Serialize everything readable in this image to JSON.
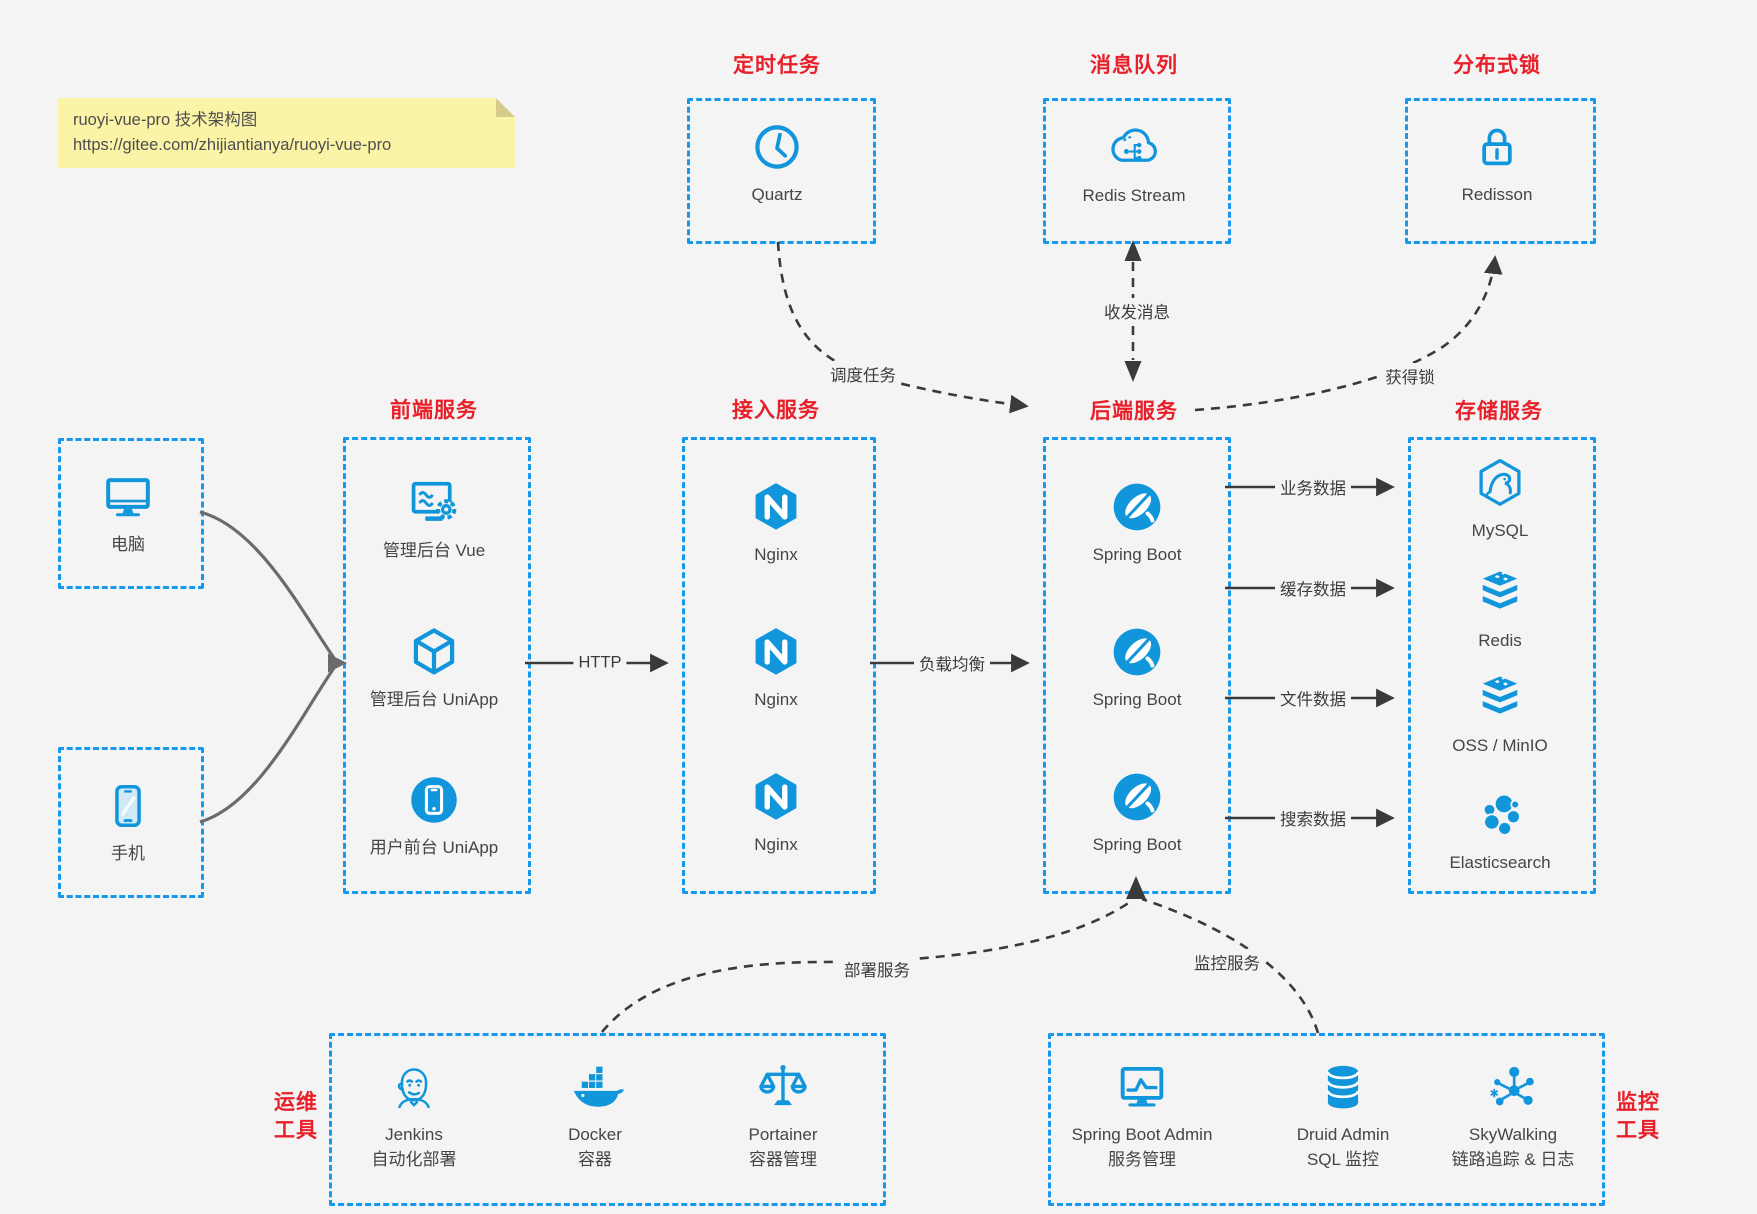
{
  "colors": {
    "blue_border": "#1698ec",
    "icon_blue": "#1296db",
    "red_label": "#e8202a",
    "arrow_dark": "#3a3a3a",
    "client_arrow_gray": "#6b6b6b",
    "background": "#f4f4f5",
    "note_background": "#fbf3a5"
  },
  "note": {
    "line1": "ruoyi-vue-pro 技术架构图",
    "line2": "https://gitee.com/zhijiantianya/ruoyi-vue-pro"
  },
  "top_groups": [
    {
      "title": "定时任务",
      "items": [
        {
          "icon": "clock-icon",
          "label": "Quartz"
        }
      ]
    },
    {
      "title": "消息队列",
      "items": [
        {
          "icon": "cloud-stream-icon",
          "label": "Redis Stream"
        }
      ]
    },
    {
      "title": "分布式锁",
      "items": [
        {
          "icon": "lock-icon",
          "label": "Redisson"
        }
      ]
    }
  ],
  "clients": [
    {
      "icon": "desktop-icon",
      "label": "电脑"
    },
    {
      "icon": "smartphone-icon",
      "label": "手机"
    }
  ],
  "columns": [
    {
      "title": "前端服务",
      "items": [
        {
          "icon": "admin-vue-icon",
          "label": "管理后台 Vue"
        },
        {
          "icon": "uniapp-cube-icon",
          "label": "管理后台 UniApp"
        },
        {
          "icon": "app-circle-icon",
          "label": "用户前台 UniApp"
        }
      ]
    },
    {
      "title": "接入服务",
      "items": [
        {
          "icon": "nginx-icon",
          "label": "Nginx"
        },
        {
          "icon": "nginx-icon",
          "label": "Nginx"
        },
        {
          "icon": "nginx-icon",
          "label": "Nginx"
        }
      ]
    },
    {
      "title": "后端服务",
      "items": [
        {
          "icon": "spring-boot-icon",
          "label": "Spring Boot"
        },
        {
          "icon": "spring-boot-icon",
          "label": "Spring Boot"
        },
        {
          "icon": "spring-boot-icon",
          "label": "Spring Boot"
        }
      ]
    },
    {
      "title": "存储服务",
      "items": [
        {
          "icon": "mysql-icon",
          "label": "MySQL"
        },
        {
          "icon": "redis-stack-icon",
          "label": "Redis"
        },
        {
          "icon": "redis-stack-icon",
          "label": "OSS / MinIO"
        },
        {
          "icon": "elasticsearch-icon",
          "label": "Elasticsearch"
        }
      ]
    }
  ],
  "bottom_groups": [
    {
      "title_lines": [
        "运维",
        "工具"
      ],
      "items": [
        {
          "icon": "jenkins-icon",
          "label": "Jenkins",
          "sublabel": "自动化部署"
        },
        {
          "icon": "docker-icon",
          "label": "Docker",
          "sublabel": "容器"
        },
        {
          "icon": "portainer-icon",
          "label": "Portainer",
          "sublabel": "容器管理"
        }
      ]
    },
    {
      "title_lines": [
        "监控",
        "工具"
      ],
      "items": [
        {
          "icon": "spring-boot-admin-icon",
          "label": "Spring Boot Admin",
          "sublabel": "服务管理"
        },
        {
          "icon": "druid-icon",
          "label": "Druid Admin",
          "sublabel": "SQL 监控"
        },
        {
          "icon": "skywalking-icon",
          "label": "SkyWalking",
          "sublabel": "链路追踪 & 日志"
        }
      ]
    }
  ],
  "edges": {
    "http": "HTTP",
    "load_balance": "负载均衡",
    "biz_data": "业务数据",
    "cache_data": "缓存数据",
    "file_data": "文件数据",
    "search_data": "搜索数据",
    "schedule": "调度任务",
    "messaging": "收发消息",
    "get_lock": "获得锁",
    "deploy": "部署服务",
    "monitor": "监控服务"
  }
}
